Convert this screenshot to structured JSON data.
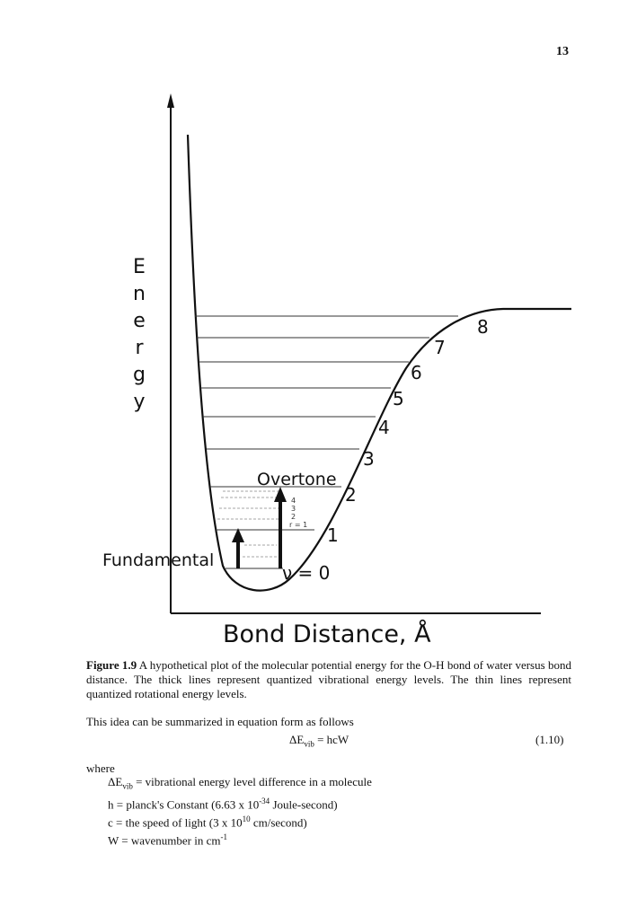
{
  "page_number": "13",
  "figure": {
    "y_axis_letters": [
      "E",
      "n",
      "e",
      "r",
      "g",
      "y"
    ],
    "x_axis_label": "Bond Distance, Å",
    "vibrational_levels": [
      "ν = 0",
      "1",
      "2",
      "3",
      "4",
      "5",
      "6",
      "7",
      "8"
    ],
    "rotational_levels": [
      "4",
      "3",
      "2",
      "r = 1"
    ],
    "label_overtone": "Overtone",
    "label_fundamental": "Fundamental"
  },
  "caption": {
    "label": "Figure 1.9",
    "text": "A hypothetical plot of the molecular potential energy for the O-H bond of water versus bond distance. The thick lines represent quantized vibrational energy levels. The thin lines represent quantized rotational energy levels."
  },
  "body": {
    "intro": "This idea can be summarized in equation form as follows",
    "equation": {
      "lhs": "ΔE",
      "sub": "vib",
      "rhs": " = hcW",
      "number": "(1.10)"
    },
    "where": "where",
    "definitions": {
      "d1": {
        "a": "ΔE",
        "sub": "vib",
        "b": " = vibrational energy level difference in a molecule"
      },
      "d2": {
        "a": "h = planck's Constant (6.63 x 10",
        "sup": "-34",
        "b": " Joule-second)"
      },
      "d3": {
        "a": "c = the speed of light (3 x 10",
        "sup": "10",
        "b": " cm/second)"
      },
      "d4": {
        "a": "W = wavenumber in cm",
        "sup": "-1",
        "b": ""
      }
    }
  }
}
